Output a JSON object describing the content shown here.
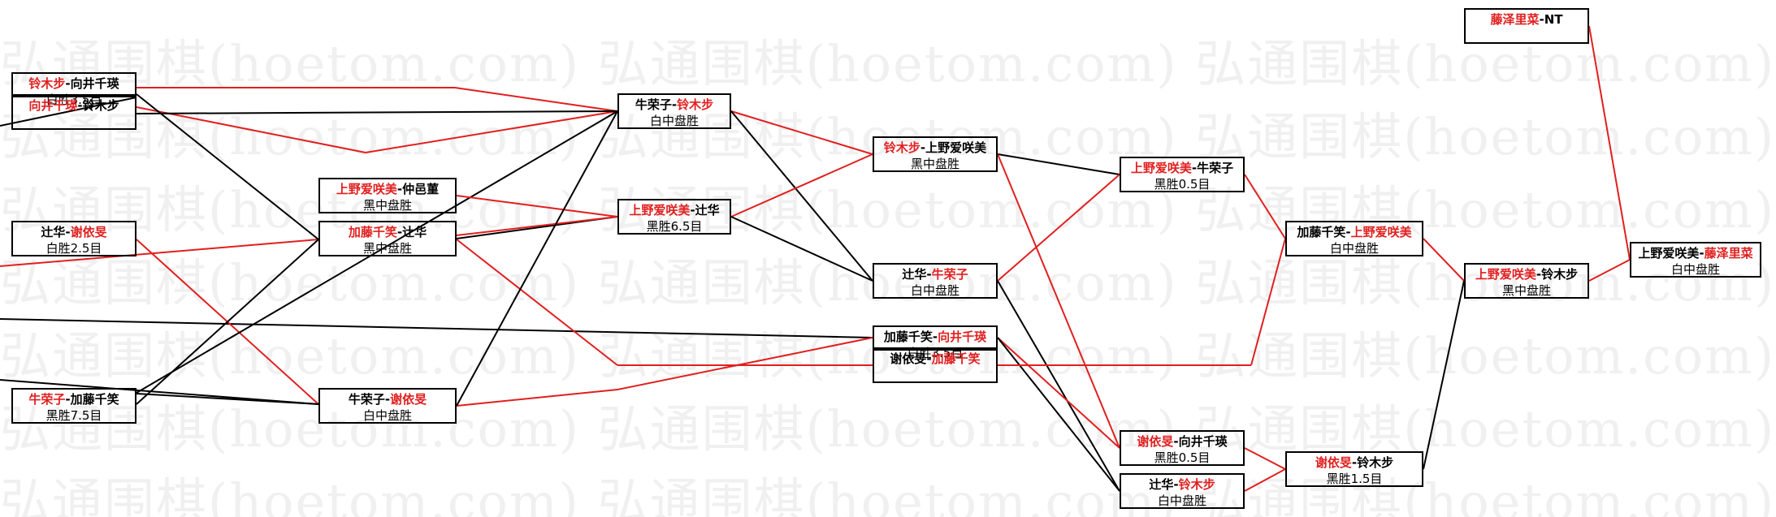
{
  "watermark": {
    "text": "弘通围棋(hoetom.com)"
  },
  "colors": {
    "winner": "#e11f1f",
    "normal": "#000000",
    "watermark": "#f0f0f0"
  },
  "nodes": [
    {
      "id": "n1",
      "a": "铃木步",
      "b": "向井千瑛",
      "win": "a",
      "result": "白胜3.5目"
    },
    {
      "id": "n2",
      "a": "向井千瑛",
      "b": "铃木步",
      "win": "a",
      "result": ""
    },
    {
      "id": "n3",
      "a": "辻华",
      "b": "谢依旻",
      "win": "b",
      "result": "白胜2.5目"
    },
    {
      "id": "n4",
      "a": "牛荣子",
      "b": "加藤千笑",
      "win": "a",
      "result": "黑胜7.5目"
    },
    {
      "id": "n5",
      "a": "上野爱咲美",
      "b": "仲邑菫",
      "win": "a",
      "result": "黑中盘胜"
    },
    {
      "id": "n6",
      "a": "加藤千笑",
      "b": "辻华",
      "win": "a",
      "result": "黑中盘胜"
    },
    {
      "id": "n7",
      "a": "牛荣子",
      "b": "谢依旻",
      "win": "b",
      "result": "白中盘胜"
    },
    {
      "id": "n8",
      "a": "牛荣子",
      "b": "铃木步",
      "win": "b",
      "result": "白中盘胜"
    },
    {
      "id": "n9",
      "a": "上野爱咲美",
      "b": "辻华",
      "win": "a",
      "result": "黑胜6.5目"
    },
    {
      "id": "n10",
      "a": "铃木步",
      "b": "上野爱咲美",
      "win": "a",
      "result": "黑中盘胜"
    },
    {
      "id": "n11",
      "a": "辻华",
      "b": "牛荣子",
      "win": "b",
      "result": "白中盘胜"
    },
    {
      "id": "n12",
      "a": "加藤千笑",
      "b": "向井千瑛",
      "win": "b",
      "result": "白胜3.5目"
    },
    {
      "id": "n13",
      "a": "谢依旻",
      "b": "加藤千笑",
      "win": "b",
      "result": ""
    },
    {
      "id": "n14",
      "a": "上野爱咲美",
      "b": "牛荣子",
      "win": "a",
      "result": "黑胜0.5目"
    },
    {
      "id": "n15",
      "a": "谢依旻",
      "b": "向井千瑛",
      "win": "a",
      "result": "黑胜0.5目"
    },
    {
      "id": "n16",
      "a": "辻华",
      "b": "铃木步",
      "win": "b",
      "result": "白中盘胜"
    },
    {
      "id": "n17",
      "a": "加藤千笑",
      "b": "上野爱咲美",
      "win": "b",
      "result": "白中盘胜"
    },
    {
      "id": "n18",
      "a": "谢依旻",
      "b": "铃木步",
      "win": "a",
      "result": "黑胜1.5目"
    },
    {
      "id": "n19",
      "a": "上野爱咲美",
      "b": "铃木步",
      "win": "a",
      "result": "黑中盘胜"
    },
    {
      "id": "n20",
      "a": "藤泽里菜",
      "b": "NT",
      "win": "a",
      "result": ""
    },
    {
      "id": "n21",
      "a": "上野爱咲美",
      "b": "藤泽里菜",
      "win": "b",
      "result": "白中盘胜"
    }
  ]
}
